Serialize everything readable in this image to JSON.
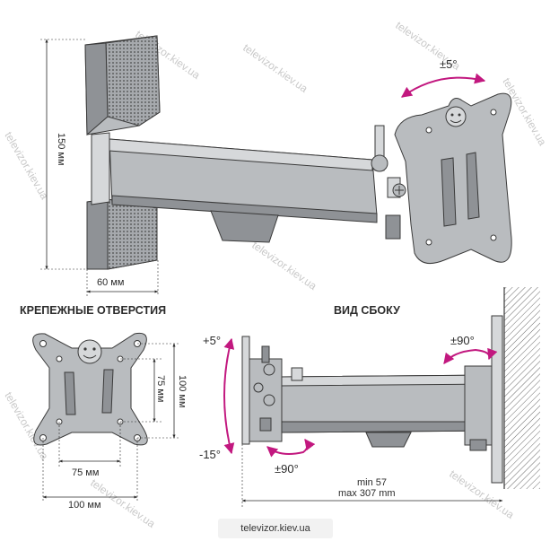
{
  "labels": {
    "height_150": "150 мм",
    "depth_60": "60 мм",
    "mounting_holes_title": "КРЕПЕЖНЫЕ ОТВЕРСТИЯ",
    "side_view_title": "ВИД СБОКУ",
    "hole_75_h": "75 мм",
    "hole_100_h": "100 мм",
    "hole_75_v": "75 мм",
    "hole_100_v": "100 мм",
    "tilt_pm5": "±5°",
    "tilt_plus5": "+5°",
    "tilt_minus15": "-15°",
    "swivel_90_top": "±90°",
    "swivel_90_bottom": "±90°",
    "reach_min": "min 57",
    "reach_max": "max 307 mm"
  },
  "watermark": "televizor.kiev.ua",
  "footer": "televizor.kiev.ua",
  "colors": {
    "accent_arrow": "#c2187f",
    "metal": "#b9bcbf",
    "metal_dark": "#8f9296"
  }
}
